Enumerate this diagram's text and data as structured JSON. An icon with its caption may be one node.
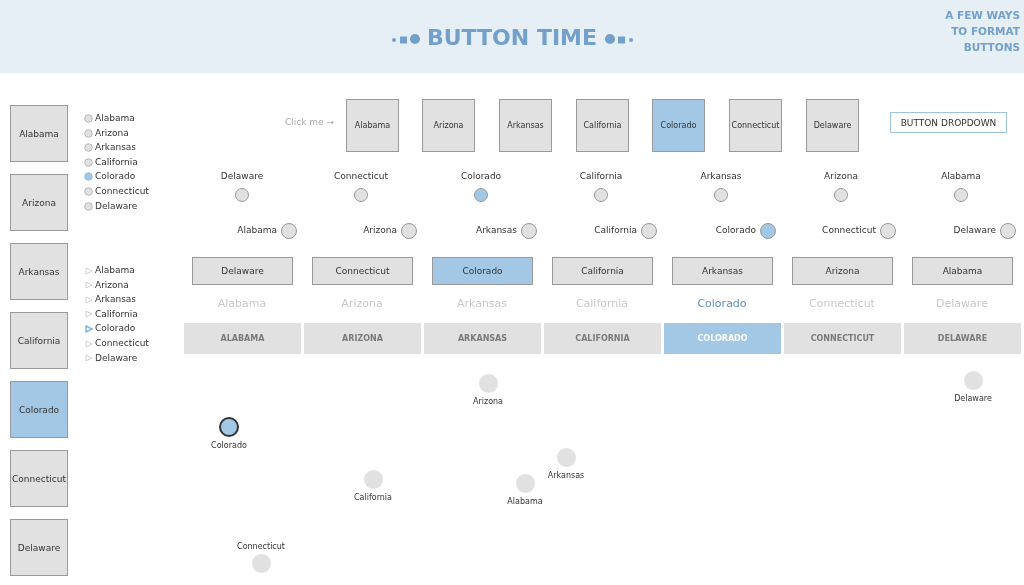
{
  "diagram": {
    "title": "BUTTON TIME",
    "nodes": [
      {
        "text": [
          "Alabama"
        ]
      },
      {
        "text": [
          "Arizona"
        ]
      },
      {
        "text": [
          "Arkansas"
        ]
      },
      {
        "text": [
          "California"
        ]
      },
      {
        "text": [
          "Colorado"
        ]
      },
      {
        "text": [
          "Connecticut"
        ]
      },
      {
        "text": [
          "Delaware"
        ]
      },
      {
        "text": [
          "Alabama"
        ]
      },
      {
        "text": [
          "Arizona"
        ]
      },
      {
        "text": [
          "Arkansas"
        ]
      },
      {
        "text": [
          "California"
        ]
      },
      {
        "text": [
          "Colorado"
        ]
      },
      {
        "text": [
          "Connecticut"
        ]
      },
      {
        "text": [
          "Delaware"
        ]
      },
      {
        "text": [
          "BUTTON DROPDOWN"
        ]
      },
      {
        "text": [],
        "shape": "circle",
        "beside": [
          "Delaware"
        ]
      },
      {
        "text": [],
        "shape": "circle",
        "beside": [
          "Connecticut"
        ]
      },
      {
        "text": [],
        "shape": "circle",
        "beside": [
          "Colorado"
        ]
      },
      {
        "text": [],
        "shape": "circle",
        "beside": [
          "California"
        ]
      },
      {
        "text": [],
        "shape": "circle",
        "beside": [
          "Arkansas"
        ]
      },
      {
        "text": [],
        "shape": "circle",
        "beside": [
          "Arizona"
        ]
      },
      {
        "text": [],
        "shape": "circle",
        "beside": [
          "Alabama"
        ]
      },
      {
        "text": [],
        "shape": "circle",
        "beside": [
          "Alabama"
        ]
      },
      {
        "text": [],
        "shape": "circle",
        "beside": [
          "Arizona"
        ]
      },
      {
        "text": [],
        "shape": "circle",
        "beside": [
          "Arkansas"
        ]
      },
      {
        "text": [],
        "shape": "circle",
        "beside": [
          "California"
        ]
      },
      {
        "text": [],
        "shape": "circle",
        "beside": [
          "Colorado"
        ]
      },
      {
        "text": [],
        "shape": "circle",
        "beside": [
          "Connecticut"
        ]
      },
      {
        "text": [],
        "shape": "circle",
        "beside": [
          "Delaware"
        ]
      },
      {
        "text": [
          "Delaware"
        ]
      },
      {
        "text": [
          "Connecticut"
        ]
      },
      {
        "text": [
          "Colorado"
        ]
      },
      {
        "text": [
          "California"
        ]
      },
      {
        "text": [
          "Arkansas"
        ]
      },
      {
        "text": [
          "Arizona"
        ]
      },
      {
        "text": [
          "Alabama"
        ]
      },
      {
        "text": [
          "ALABAMA"
        ]
      },
      {
        "text": [
          "ARIZONA"
        ]
      },
      {
        "text": [
          "ARKANSAS"
        ]
      },
      {
        "text": [
          "CALIFORNIA"
        ]
      },
      {
        "text": [
          "COLORADO"
        ]
      },
      {
        "text": [
          "CONNECTICUT"
        ]
      },
      {
        "text": [
          "DELAWARE"
        ]
      },
      {
        "text": [],
        "shape": "circle",
        "beside": [
          "Delaware"
        ]
      },
      {
        "text": [],
        "shape": "circle",
        "beside": [
          "Arizona"
        ]
      },
      {
        "text": [],
        "shape": "circle",
        "beside": [
          "Colorado"
        ]
      },
      {
        "text": [],
        "shape": "circle",
        "beside": [
          "Arkansas"
        ]
      },
      {
        "text": [],
        "shape": "circle",
        "beside": [
          "California"
        ]
      },
      {
        "text": [],
        "shape": "circle",
        "beside": [
          "Alabama"
        ]
      },
      {
        "text": [],
        "shape": "circle",
        "beside": [
          "Connecticut"
        ]
      }
    ],
    "labels": [
      "A FEW WAYS TO FORMAT BUTTONS",
      "Alabama",
      "Arizona",
      "Arkansas",
      "California",
      "Colorado",
      "Connecticut",
      "Delaware",
      "Click me →",
      "Alabama",
      "Arizona",
      "Arkansas",
      "California",
      "Colorado",
      "Connecticut",
      "Delaware",
      "Alabama",
      "Arizona",
      "Arkansas",
      "California",
      "Colorado",
      "Connecticut",
      "Delaware"
    ]
  }
}
